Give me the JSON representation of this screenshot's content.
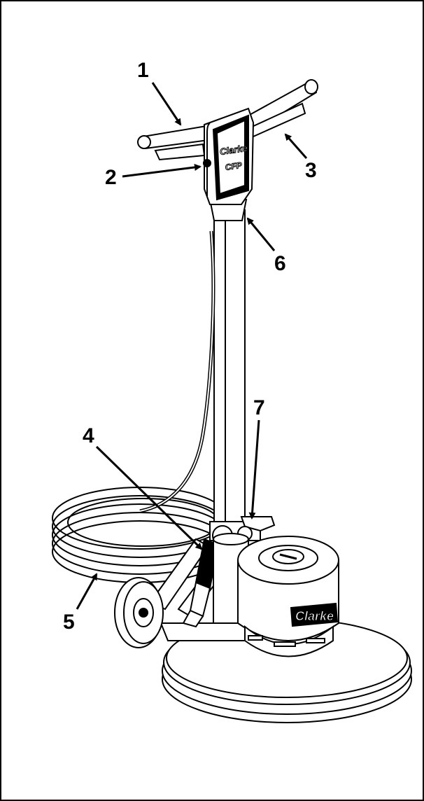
{
  "callouts": [
    {
      "id": "1",
      "label": "1"
    },
    {
      "id": "2",
      "label": "2"
    },
    {
      "id": "3",
      "label": "3"
    },
    {
      "id": "4",
      "label": "4"
    },
    {
      "id": "5",
      "label": "5"
    },
    {
      "id": "6",
      "label": "6"
    },
    {
      "id": "7",
      "label": "7"
    }
  ],
  "branding": {
    "head_logo": "Clarke",
    "head_model": "CFP",
    "motor_logo": "Clarke"
  },
  "colors": {
    "ink": "#000000",
    "paper": "#ffffff"
  }
}
